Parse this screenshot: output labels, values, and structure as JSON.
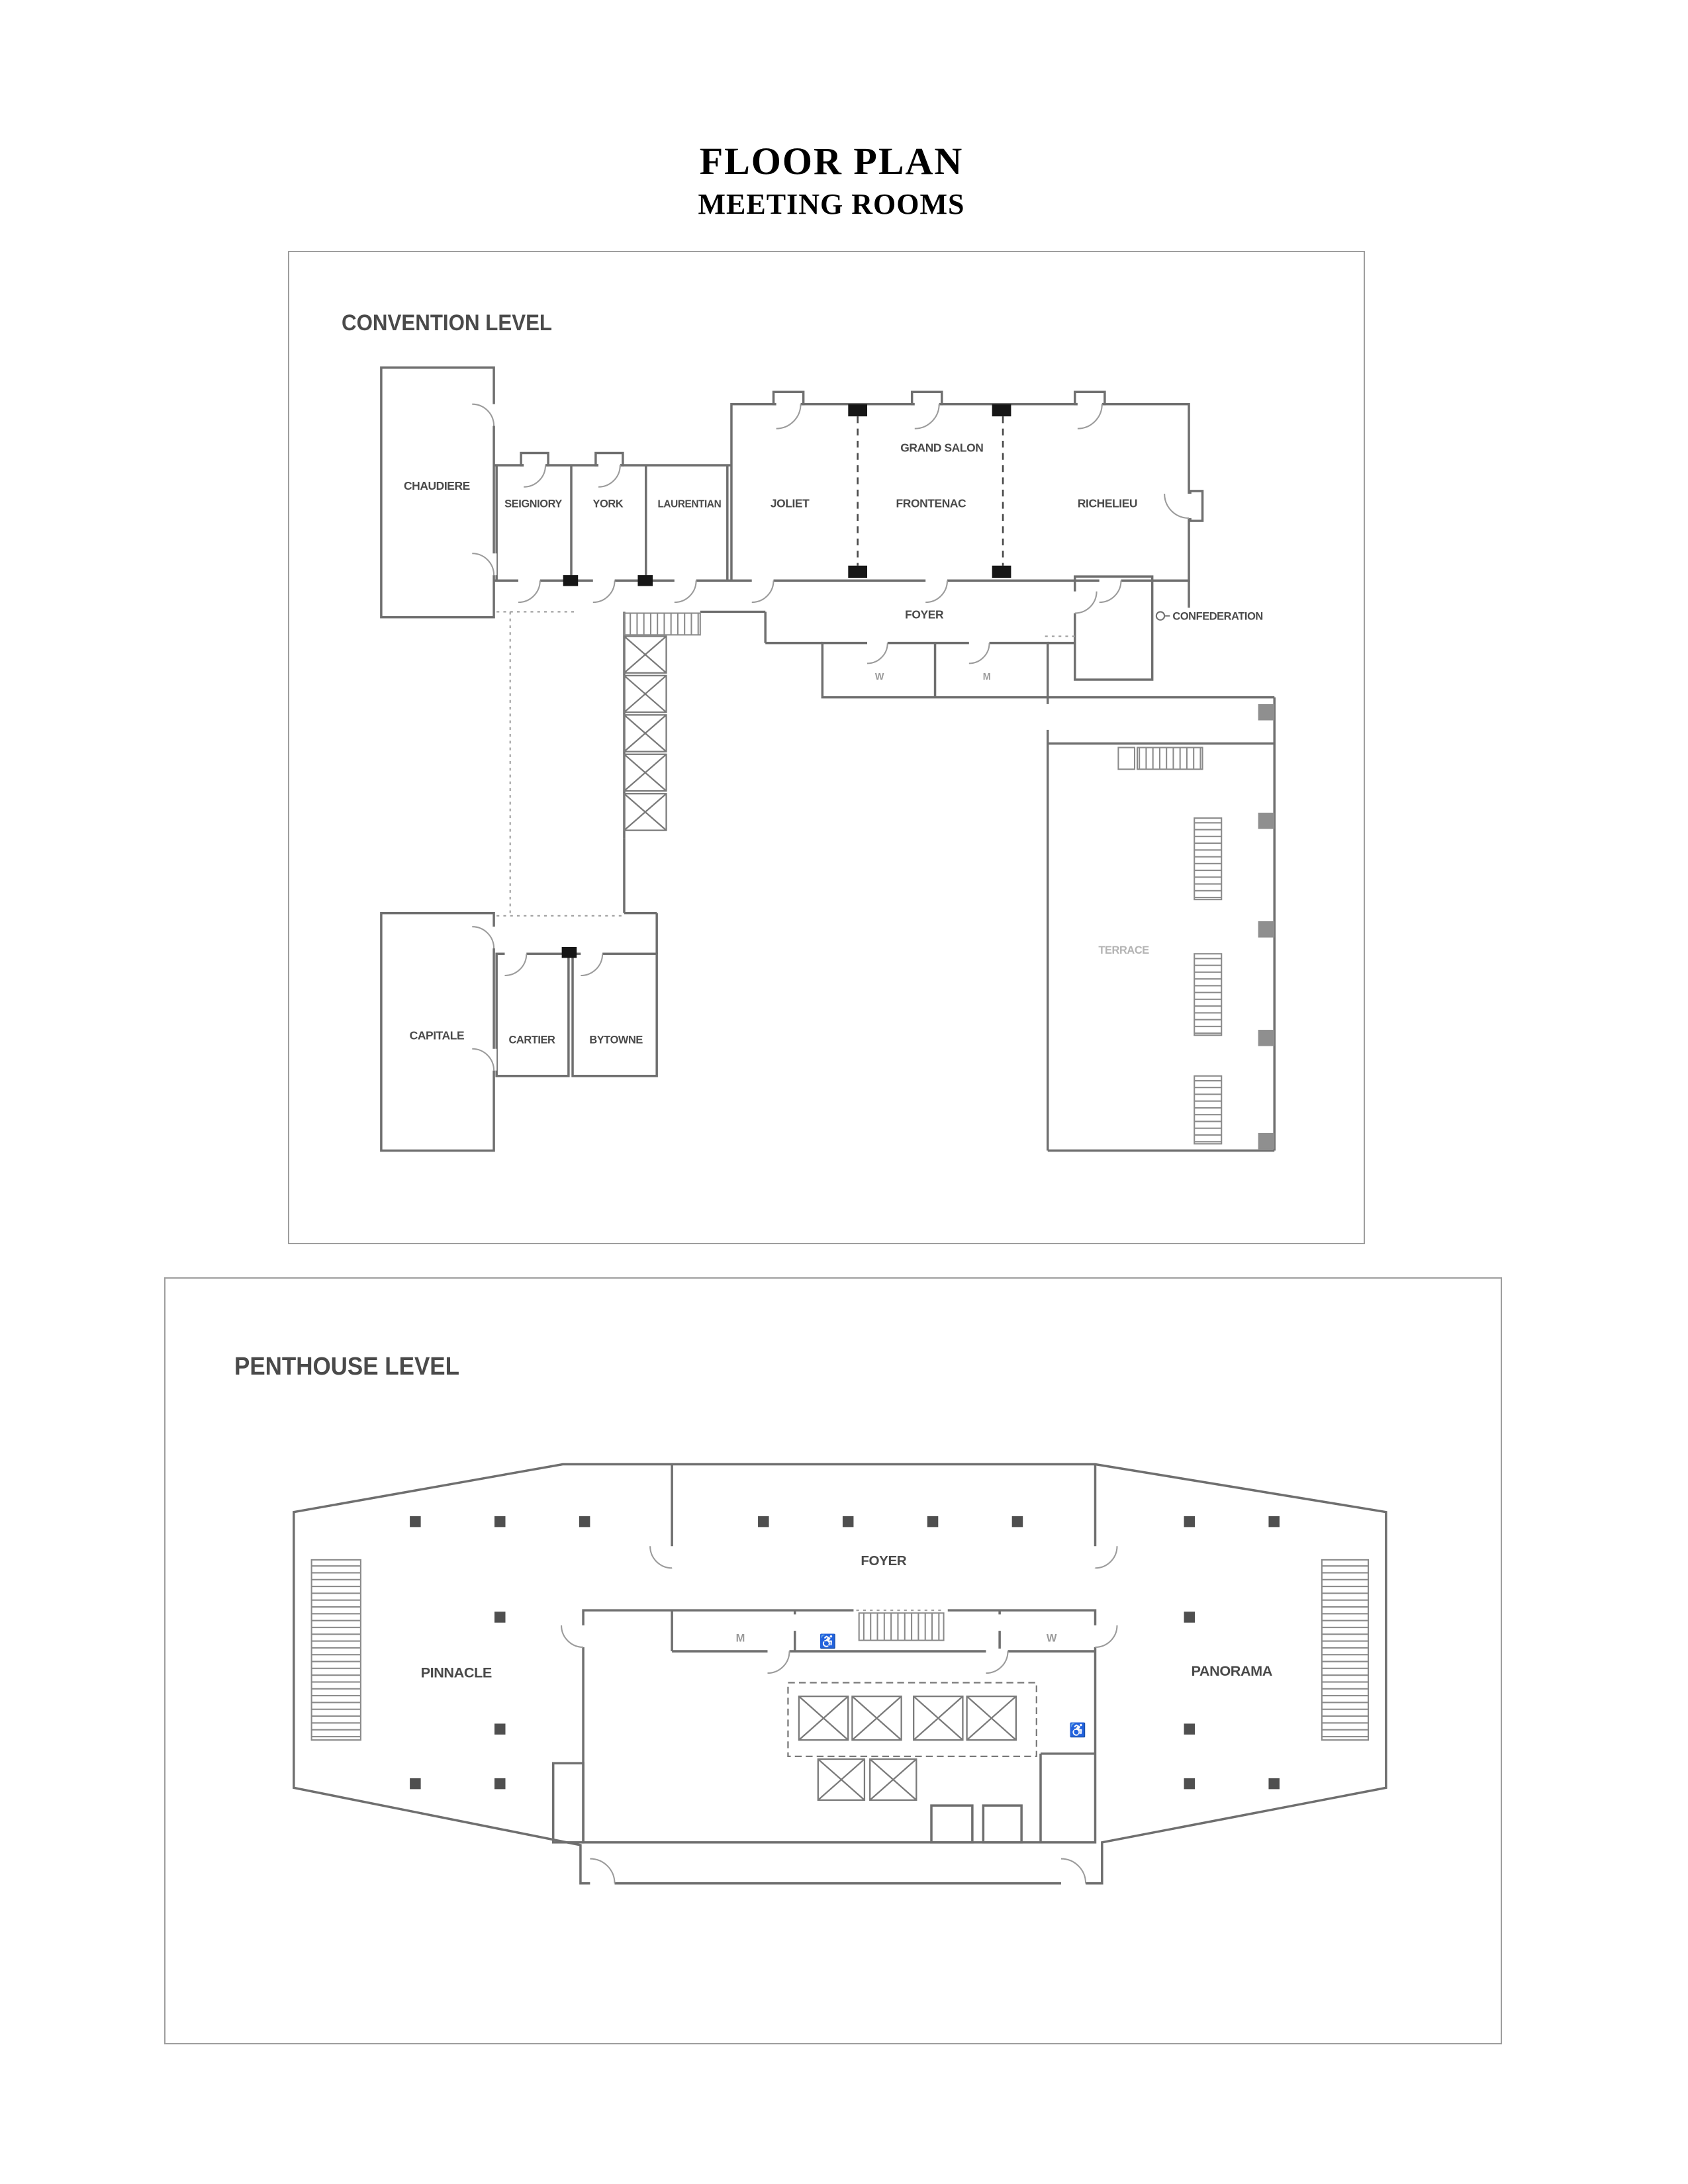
{
  "page": {
    "title": "FLOOR PLAN",
    "subtitle": "MEETING ROOMS"
  },
  "convention_level": {
    "heading": "CONVENTION LEVEL",
    "rooms": {
      "chaudiere": "CHAUDIERE",
      "seigniory": "SEIGNIORY",
      "york": "YORK",
      "laurentian": "LAURENTIAN",
      "joliet": "JOLIET",
      "grand_salon": "GRAND SALON",
      "frontenac": "FRONTENAC",
      "richelieu": "RICHELIEU",
      "foyer": "FOYER",
      "confederation": "CONFEDERATION",
      "womens": "W",
      "mens": "M",
      "terrace": "TERRACE",
      "capitale": "CAPITALE",
      "cartier": "CARTIER",
      "bytowne": "BYTOWNE"
    }
  },
  "penthouse_level": {
    "heading": "PENTHOUSE LEVEL",
    "rooms": {
      "pinnacle": "PINNACLE",
      "foyer": "FOYER",
      "panorama": "PANORAMA",
      "mens": "M",
      "womens": "W",
      "accessible_icon": "♿"
    }
  },
  "colors": {
    "wall": "#6f6f6f",
    "wall_light": "#9b9b9b",
    "label": "#4a4a4a",
    "label_light": "#b3b3b3",
    "door_marker": "#161616",
    "column_marker": "#8f8f8f",
    "panel_border": "#9e9e9e"
  }
}
